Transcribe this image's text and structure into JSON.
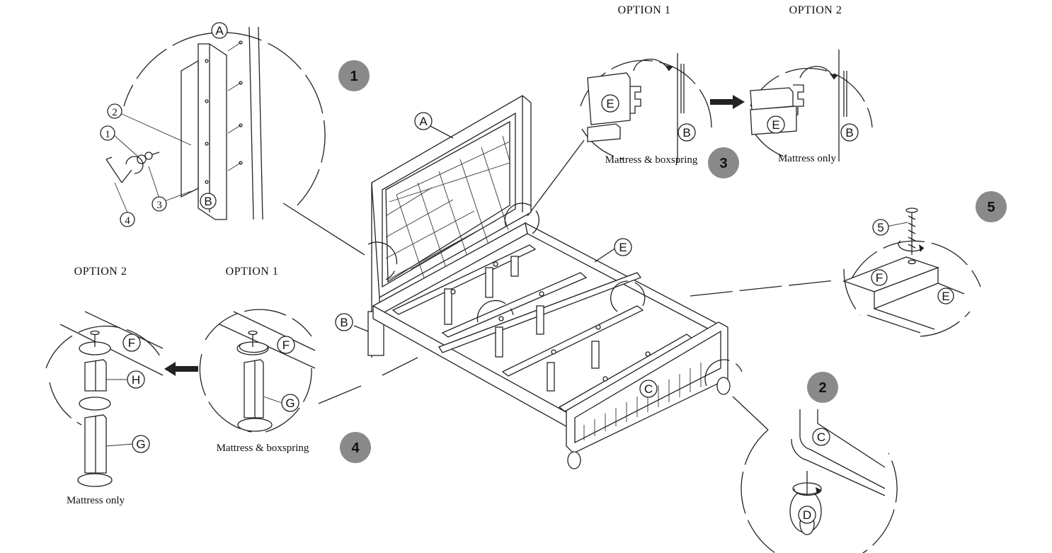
{
  "labels": {
    "part_a": "A",
    "part_b": "B",
    "part_c": "C",
    "part_d": "D",
    "part_e": "E",
    "part_f": "F",
    "part_g": "G",
    "part_h": "H",
    "hw_1": "1",
    "hw_2": "2",
    "hw_3": "3",
    "hw_4": "4",
    "hw_5": "5"
  },
  "steps": {
    "step1": "1",
    "step2": "2",
    "step3": "3",
    "step4": "4",
    "step5": "5"
  },
  "options": {
    "top_option1": "OPTION 1",
    "top_option2": "OPTION 2",
    "left_option2": "OPTION 2",
    "left_option1": "OPTION 1"
  },
  "captions": {
    "top_option1": "Mattress & boxspring",
    "top_option2": "Mattress only",
    "left_option1": "Mattress & boxspring",
    "left_option2": "Mattress only"
  },
  "colors": {
    "badge": "#8a8a8a",
    "line": "#222222"
  }
}
